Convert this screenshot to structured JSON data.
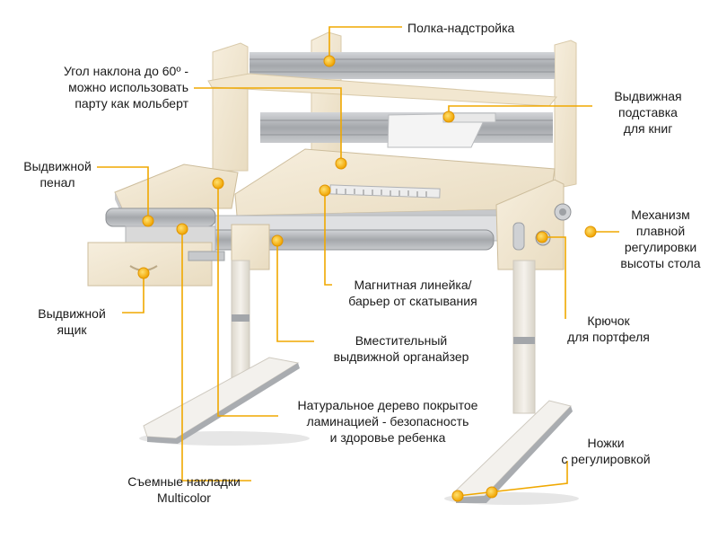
{
  "labels": {
    "shelf": "Полка-надстройка",
    "tilt": "Угол наклона до 60º -\nможно использовать\nпарту как мольберт",
    "book_stand": "Выдвижная\nподставка\nдля книг",
    "pencil_case": "Выдвижной\nпенал",
    "height_mechanism": "Механизм\nплавной\nрегулировки\nвысоты стола",
    "ruler": "Магнитная линейка/\nбарьер от скатывания",
    "drawer": "Выдвижной\nящик",
    "hook": "Крючок\nдля портфеля",
    "organizer": "Вместительный\nвыдвижной органайзер",
    "wood": "Натуральное дерево покрытое\nламинацией - безопасность\nи здоровье ребенка",
    "feet": "Ножки\nс регулировкой",
    "overlays": "Съемные накладки\nMulticolor"
  },
  "colors": {
    "leader_line": "#f0a800",
    "marker": "#f8b800",
    "wood": "#f1e6cf",
    "metal": "#a7a9ad",
    "leg": "#ede8dd",
    "text": "#1a1a1a"
  }
}
